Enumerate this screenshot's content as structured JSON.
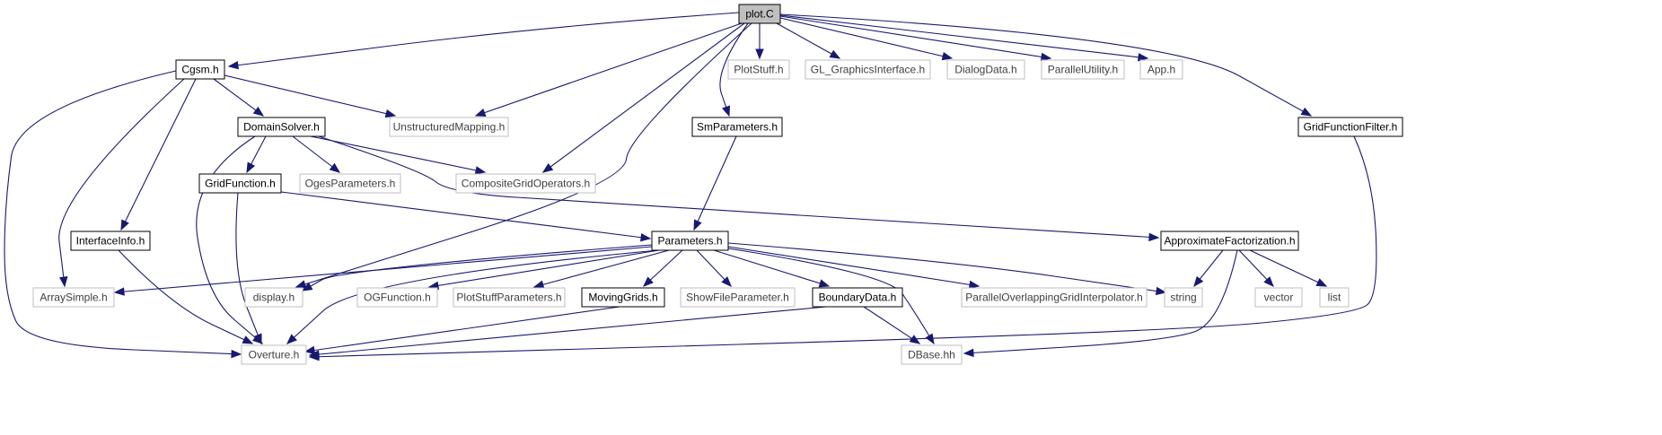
{
  "colors": {
    "edge": "#191970",
    "root_fill": "#bfbfbf",
    "documented_stroke": "#000000",
    "undocumented_stroke": "#bfbfbf",
    "undocumented_text": "#404040",
    "documented_text": "#000000"
  },
  "nodes": [
    {
      "id": "plotC",
      "label": "plot.C",
      "kind": "root"
    },
    {
      "id": "cgsm",
      "label": "Cgsm.h",
      "kind": "documented"
    },
    {
      "id": "plotstuff",
      "label": "PlotStuff.h",
      "kind": "undocumented"
    },
    {
      "id": "glgi",
      "label": "GL_GraphicsInterface.h",
      "kind": "undocumented"
    },
    {
      "id": "dialog",
      "label": "DialogData.h",
      "kind": "undocumented"
    },
    {
      "id": "parutil",
      "label": "ParallelUtility.h",
      "kind": "undocumented"
    },
    {
      "id": "app",
      "label": "App.h",
      "kind": "undocumented"
    },
    {
      "id": "gff",
      "label": "GridFunctionFilter.h",
      "kind": "documented"
    },
    {
      "id": "domain",
      "label": "DomainSolver.h",
      "kind": "documented"
    },
    {
      "id": "unstruct",
      "label": "UnstructuredMapping.h",
      "kind": "undocumented"
    },
    {
      "id": "smparams",
      "label": "SmParameters.h",
      "kind": "documented"
    },
    {
      "id": "gridfn",
      "label": "GridFunction.h",
      "kind": "documented"
    },
    {
      "id": "oges",
      "label": "OgesParameters.h",
      "kind": "undocumented"
    },
    {
      "id": "cgo",
      "label": "CompositeGridOperators.h",
      "kind": "undocumented"
    },
    {
      "id": "iface",
      "label": "InterfaceInfo.h",
      "kind": "documented"
    },
    {
      "id": "params",
      "label": "Parameters.h",
      "kind": "documented"
    },
    {
      "id": "approx",
      "label": "ApproximateFactorization.h",
      "kind": "documented"
    },
    {
      "id": "arrsimple",
      "label": "ArraySimple.h",
      "kind": "undocumented"
    },
    {
      "id": "display",
      "label": "display.h",
      "kind": "undocumented"
    },
    {
      "id": "ogfn",
      "label": "OGFunction.h",
      "kind": "undocumented"
    },
    {
      "id": "psp",
      "label": "PlotStuffParameters.h",
      "kind": "undocumented"
    },
    {
      "id": "moving",
      "label": "MovingGrids.h",
      "kind": "documented"
    },
    {
      "id": "showfile",
      "label": "ShowFileParameter.h",
      "kind": "undocumented"
    },
    {
      "id": "boundary",
      "label": "BoundaryData.h",
      "kind": "documented"
    },
    {
      "id": "pogi",
      "label": "ParallelOverlappingGridInterpolator.h",
      "kind": "undocumented"
    },
    {
      "id": "string",
      "label": "string",
      "kind": "undocumented"
    },
    {
      "id": "vector",
      "label": "vector",
      "kind": "undocumented"
    },
    {
      "id": "list",
      "label": "list",
      "kind": "undocumented"
    },
    {
      "id": "overture",
      "label": "Overture.h",
      "kind": "undocumented"
    },
    {
      "id": "dbase",
      "label": "DBase.hh",
      "kind": "undocumented"
    }
  ],
  "edges": [
    [
      "plotC",
      "cgsm"
    ],
    [
      "plotC",
      "plotstuff"
    ],
    [
      "plotC",
      "glgi"
    ],
    [
      "plotC",
      "dialog"
    ],
    [
      "plotC",
      "parutil"
    ],
    [
      "plotC",
      "app"
    ],
    [
      "plotC",
      "gff"
    ],
    [
      "plotC",
      "unstruct"
    ],
    [
      "plotC",
      "smparams"
    ],
    [
      "plotC",
      "cgo"
    ],
    [
      "plotC",
      "display"
    ],
    [
      "cgsm",
      "domain"
    ],
    [
      "cgsm",
      "unstruct"
    ],
    [
      "cgsm",
      "iface"
    ],
    [
      "cgsm",
      "arrsimple"
    ],
    [
      "cgsm",
      "overture"
    ],
    [
      "domain",
      "gridfn"
    ],
    [
      "domain",
      "oges"
    ],
    [
      "domain",
      "cgo"
    ],
    [
      "domain",
      "approx"
    ],
    [
      "domain",
      "overture"
    ],
    [
      "gridfn",
      "params"
    ],
    [
      "gridfn",
      "overture"
    ],
    [
      "smparams",
      "params"
    ],
    [
      "iface",
      "overture"
    ],
    [
      "params",
      "arrsimple"
    ],
    [
      "params",
      "display"
    ],
    [
      "params",
      "ogfn"
    ],
    [
      "params",
      "psp"
    ],
    [
      "params",
      "moving"
    ],
    [
      "params",
      "showfile"
    ],
    [
      "params",
      "boundary"
    ],
    [
      "params",
      "pogi"
    ],
    [
      "params",
      "string"
    ],
    [
      "params",
      "dbase"
    ],
    [
      "params",
      "overture"
    ],
    [
      "approx",
      "string"
    ],
    [
      "approx",
      "vector"
    ],
    [
      "approx",
      "list"
    ],
    [
      "approx",
      "dbase"
    ],
    [
      "moving",
      "overture"
    ],
    [
      "boundary",
      "overture"
    ],
    [
      "boundary",
      "dbase"
    ],
    [
      "gff",
      "overture"
    ]
  ]
}
